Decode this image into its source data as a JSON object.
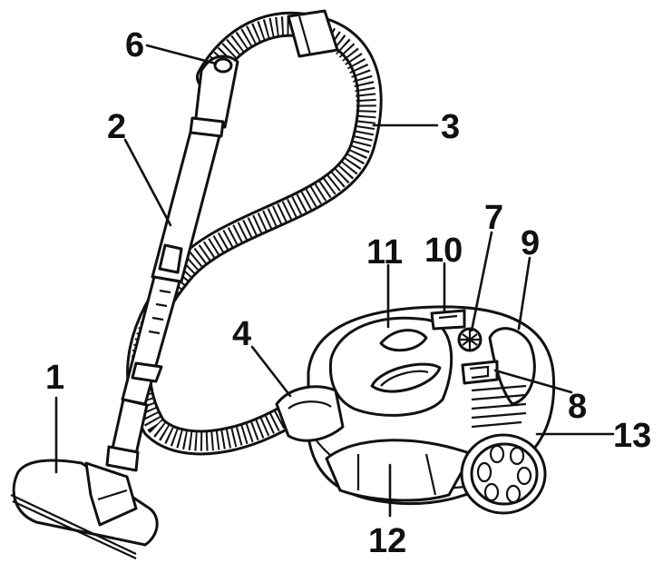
{
  "labels": {
    "l1": "1",
    "l2": "2",
    "l3": "3",
    "l4": "4",
    "l6": "6",
    "l7": "7",
    "l8": "8",
    "l9": "9",
    "l10": "10",
    "l11": "11",
    "l12": "12",
    "l13": "13"
  }
}
